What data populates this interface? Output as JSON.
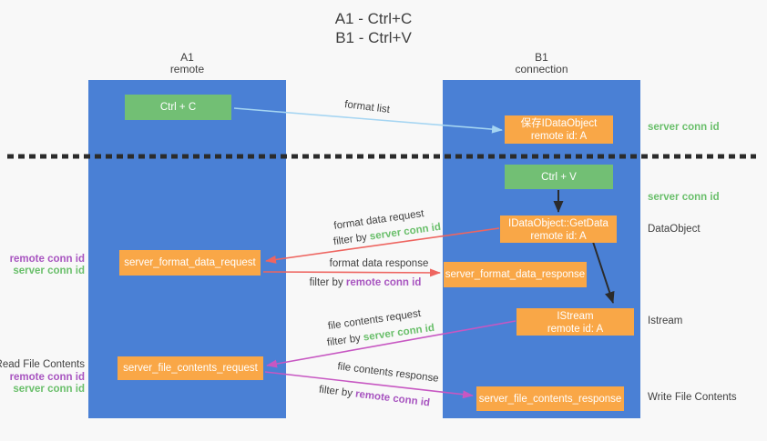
{
  "title": {
    "line1": "A1 - Ctrl+C",
    "line2": "B1 - Ctrl+V"
  },
  "columns": {
    "a1": {
      "name": "A1",
      "role": "remote"
    },
    "b1": {
      "name": "B1",
      "role": "connection"
    }
  },
  "nodes": {
    "ctrl_c": {
      "label": "Ctrl + C"
    },
    "save_idataobject": {
      "line1": "保存IDataObject",
      "line2": "remote id: A"
    },
    "ctrl_v": {
      "label": "Ctrl + V"
    },
    "getdata": {
      "line1": "IDataObject::GetData",
      "line2": "remote id: A"
    },
    "format_response": {
      "label": "server_format_data_response"
    },
    "istream": {
      "line1": "IStream",
      "line2": "remote id: A"
    },
    "format_request": {
      "label": "server_format_data_request"
    },
    "file_request": {
      "label": "server_file_contents_request"
    },
    "file_response": {
      "label": "server_file_contents_response"
    }
  },
  "left_annotations": {
    "remote_conn_id_top": "remote conn id",
    "server_conn_id_top": "server conn id",
    "read_file_contents": "Read File Contents",
    "remote_conn_id_bottom": "remote conn id",
    "server_conn_id_bottom": "server conn id"
  },
  "right_annotations": {
    "server_conn_id_top": "server conn id",
    "server_conn_id_mid": "server conn id",
    "dataobject": "DataObject",
    "istream": "Istream",
    "write_file_contents": "Write File Contents"
  },
  "edge_labels": {
    "format_list": "format list",
    "format_data_request": "format data request",
    "format_data_response": "format data response",
    "file_contents_request": "file contents request",
    "file_contents_response": "file contents response",
    "filter_by": "filter by",
    "server_conn_id": "server conn id",
    "remote_conn_id": "remote conn id"
  },
  "colors": {
    "column_blue": "#4a80d5",
    "node_orange": "#f9a747",
    "node_green": "#72bf74",
    "text_green": "#6abf6b",
    "text_purple": "#a855c0",
    "arrow_red": "#ee6560",
    "arrow_magenta": "#c757c2",
    "arrow_lightblue": "#a5d5f2",
    "arrow_black": "#2b2b2b",
    "background": "#f8f8f8",
    "text_dark": "#3f3f3f"
  }
}
